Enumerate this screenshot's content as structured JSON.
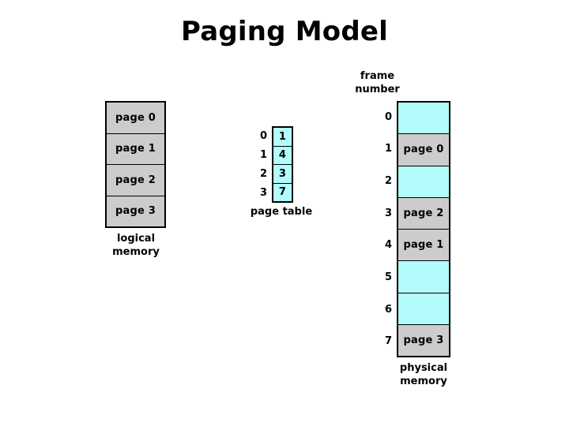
{
  "slide": {
    "title": "Paging Model"
  },
  "colors": {
    "page_fill": "#cccccc",
    "frame_fill": "#b3fcfc",
    "border": "#000000",
    "background": "#ffffff",
    "text": "#000000"
  },
  "logical_memory": {
    "caption_line1": "logical",
    "caption_line2": "memory",
    "cells": [
      {
        "label": "page 0",
        "fill": "gray"
      },
      {
        "label": "page 1",
        "fill": "gray"
      },
      {
        "label": "page 2",
        "fill": "gray"
      },
      {
        "label": "page 3",
        "fill": "gray"
      }
    ]
  },
  "page_table": {
    "caption": "page table",
    "indices": [
      "0",
      "1",
      "2",
      "3"
    ],
    "entries": [
      {
        "index": "0",
        "frame": "1",
        "fill": "cyan"
      },
      {
        "index": "1",
        "frame": "4",
        "fill": "cyan"
      },
      {
        "index": "2",
        "frame": "3",
        "fill": "cyan"
      },
      {
        "index": "3",
        "frame": "7",
        "fill": "cyan"
      }
    ]
  },
  "physical_memory": {
    "header_line1": "frame",
    "header_line2": "number",
    "caption_line1": "physical",
    "caption_line2": "memory",
    "indices": [
      "0",
      "1",
      "2",
      "3",
      "4",
      "5",
      "6",
      "7"
    ],
    "frames": [
      {
        "index": "0",
        "label": "",
        "fill": "cyan"
      },
      {
        "index": "1",
        "label": "page 0",
        "fill": "gray"
      },
      {
        "index": "2",
        "label": "",
        "fill": "cyan"
      },
      {
        "index": "3",
        "label": "page 2",
        "fill": "gray"
      },
      {
        "index": "4",
        "label": "page 1",
        "fill": "gray"
      },
      {
        "index": "5",
        "label": "",
        "fill": "cyan"
      },
      {
        "index": "6",
        "label": "",
        "fill": "cyan"
      },
      {
        "index": "7",
        "label": "page 3",
        "fill": "gray"
      }
    ]
  }
}
